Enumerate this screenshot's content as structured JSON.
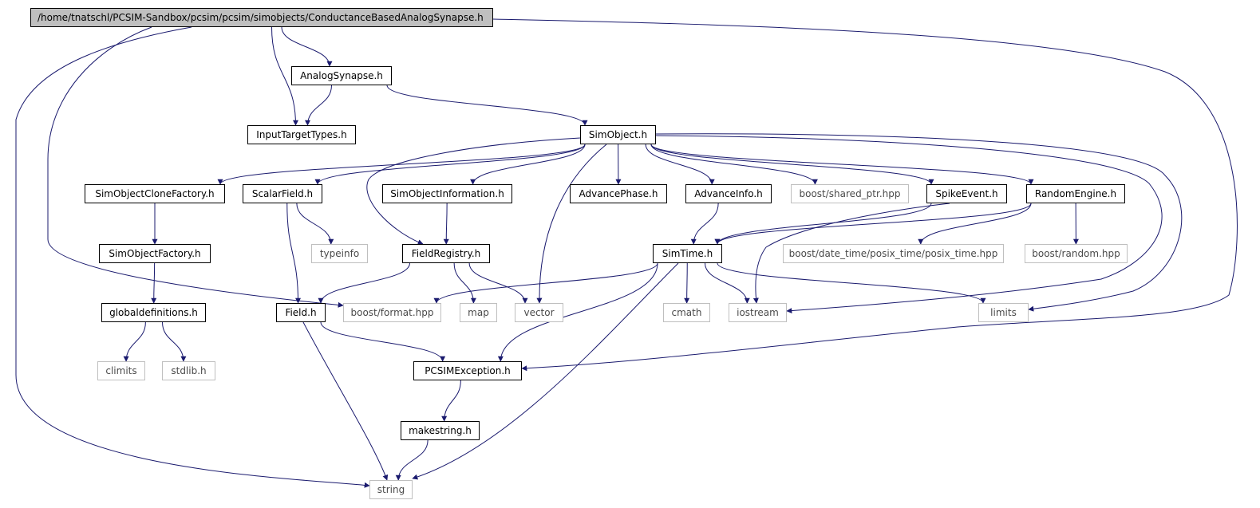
{
  "graph": {
    "colors": {
      "edge": "#1a1a6e",
      "root_fill": "#bfbfbf",
      "local_border": "#000000",
      "system_border": "#bfbfbf"
    },
    "nodes": {
      "root": "/home/tnatschl/PCSIM-Sandbox/pcsim/pcsim/simobjects/ConductanceBasedAnalogSynapse.h",
      "analog_synapse": "AnalogSynapse.h",
      "input_target_types": "InputTargetTypes.h",
      "sim_object": "SimObject.h",
      "sim_object_clone_factory": "SimObjectCloneFactory.h",
      "scalar_field": "ScalarField.h",
      "sim_object_information": "SimObjectInformation.h",
      "advance_phase": "AdvancePhase.h",
      "advance_info": "AdvanceInfo.h",
      "boost_shared_ptr": "boost/shared_ptr.hpp",
      "spike_event": "SpikeEvent.h",
      "random_engine": "RandomEngine.h",
      "sim_object_factory": "SimObjectFactory.h",
      "typeinfo": "typeinfo",
      "field_registry": "FieldRegistry.h",
      "sim_time": "SimTime.h",
      "boost_posix_time": "boost/date_time/posix_time/posix_time.hpp",
      "boost_random": "boost/random.hpp",
      "global_definitions": "globaldefinitions.h",
      "field": "Field.h",
      "boost_format": "boost/format.hpp",
      "map": "map",
      "vector": "vector",
      "cmath": "cmath",
      "iostream": "iostream",
      "limits": "limits",
      "climits": "climits",
      "stdlib": "stdlib.h",
      "pcsim_exception": "PCSIMException.h",
      "makestring": "makestring.h",
      "string": "string"
    },
    "edges": [
      [
        "root",
        "analog_synapse"
      ],
      [
        "root",
        "input_target_types"
      ],
      [
        "root",
        "string"
      ],
      [
        "root",
        "boost_format"
      ],
      [
        "root",
        "pcsim_exception"
      ],
      [
        "analog_synapse",
        "input_target_types"
      ],
      [
        "analog_synapse",
        "sim_object"
      ],
      [
        "sim_object",
        "sim_object_clone_factory"
      ],
      [
        "sim_object",
        "scalar_field"
      ],
      [
        "sim_object",
        "sim_object_information"
      ],
      [
        "sim_object",
        "advance_phase"
      ],
      [
        "sim_object",
        "advance_info"
      ],
      [
        "sim_object",
        "boost_shared_ptr"
      ],
      [
        "sim_object",
        "spike_event"
      ],
      [
        "sim_object",
        "random_engine"
      ],
      [
        "sim_object",
        "field_registry"
      ],
      [
        "sim_object",
        "vector"
      ],
      [
        "sim_object",
        "iostream"
      ],
      [
        "sim_object",
        "limits"
      ],
      [
        "sim_object_clone_factory",
        "sim_object_factory"
      ],
      [
        "sim_object_factory",
        "global_definitions"
      ],
      [
        "global_definitions",
        "climits"
      ],
      [
        "global_definitions",
        "stdlib"
      ],
      [
        "scalar_field",
        "typeinfo"
      ],
      [
        "scalar_field",
        "field"
      ],
      [
        "sim_object_information",
        "field_registry"
      ],
      [
        "field_registry",
        "field"
      ],
      [
        "field_registry",
        "map"
      ],
      [
        "field_registry",
        "vector"
      ],
      [
        "advance_info",
        "sim_time"
      ],
      [
        "spike_event",
        "sim_time"
      ],
      [
        "spike_event",
        "iostream"
      ],
      [
        "random_engine",
        "sim_time"
      ],
      [
        "random_engine",
        "boost_posix_time"
      ],
      [
        "random_engine",
        "boost_random"
      ],
      [
        "sim_time",
        "boost_format"
      ],
      [
        "sim_time",
        "cmath"
      ],
      [
        "sim_time",
        "iostream"
      ],
      [
        "sim_time",
        "limits"
      ],
      [
        "sim_time",
        "pcsim_exception"
      ],
      [
        "sim_time",
        "string"
      ],
      [
        "field",
        "pcsim_exception"
      ],
      [
        "field",
        "string"
      ],
      [
        "pcsim_exception",
        "makestring"
      ],
      [
        "makestring",
        "string"
      ]
    ]
  }
}
